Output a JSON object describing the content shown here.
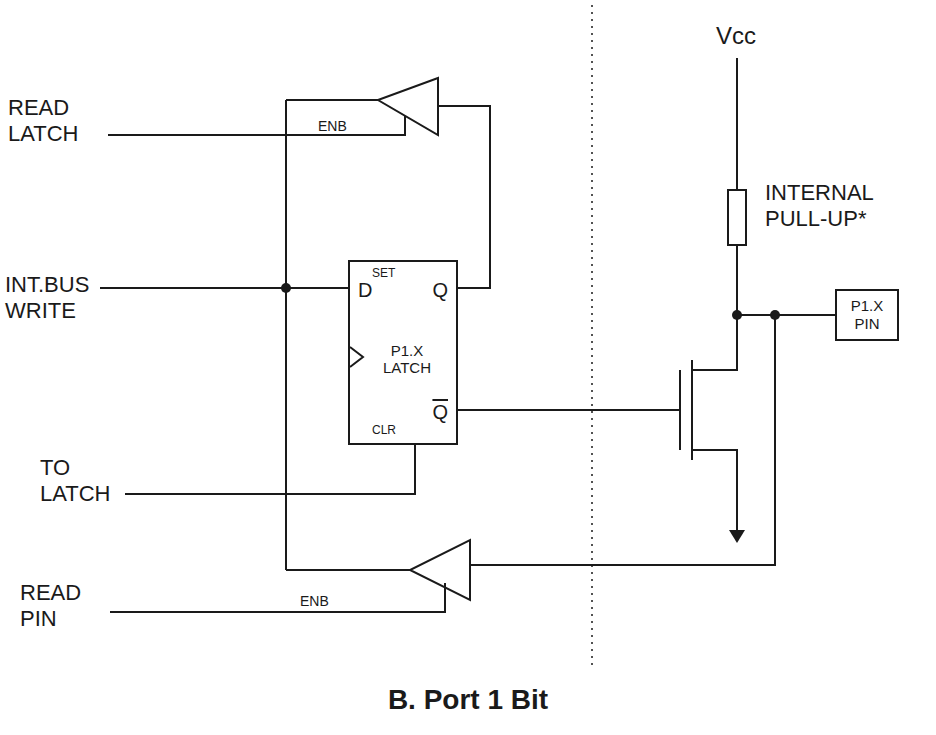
{
  "diagram": {
    "caption": "B. Port 1 Bit",
    "nodes": [
      {
        "text": [
          "SET",
          "D",
          "Q",
          "P1.X LATCH",
          "Q",
          "CLR"
        ]
      },
      {
        "text": [
          "P1.X PIN"
        ]
      }
    ],
    "labels": [
      "READ LATCH",
      "ENB",
      "INT.BUS WRITE",
      "TO LATCH",
      "READ PIN",
      "ENB",
      "Vcc",
      "INTERNAL PULL-UP*"
    ]
  }
}
